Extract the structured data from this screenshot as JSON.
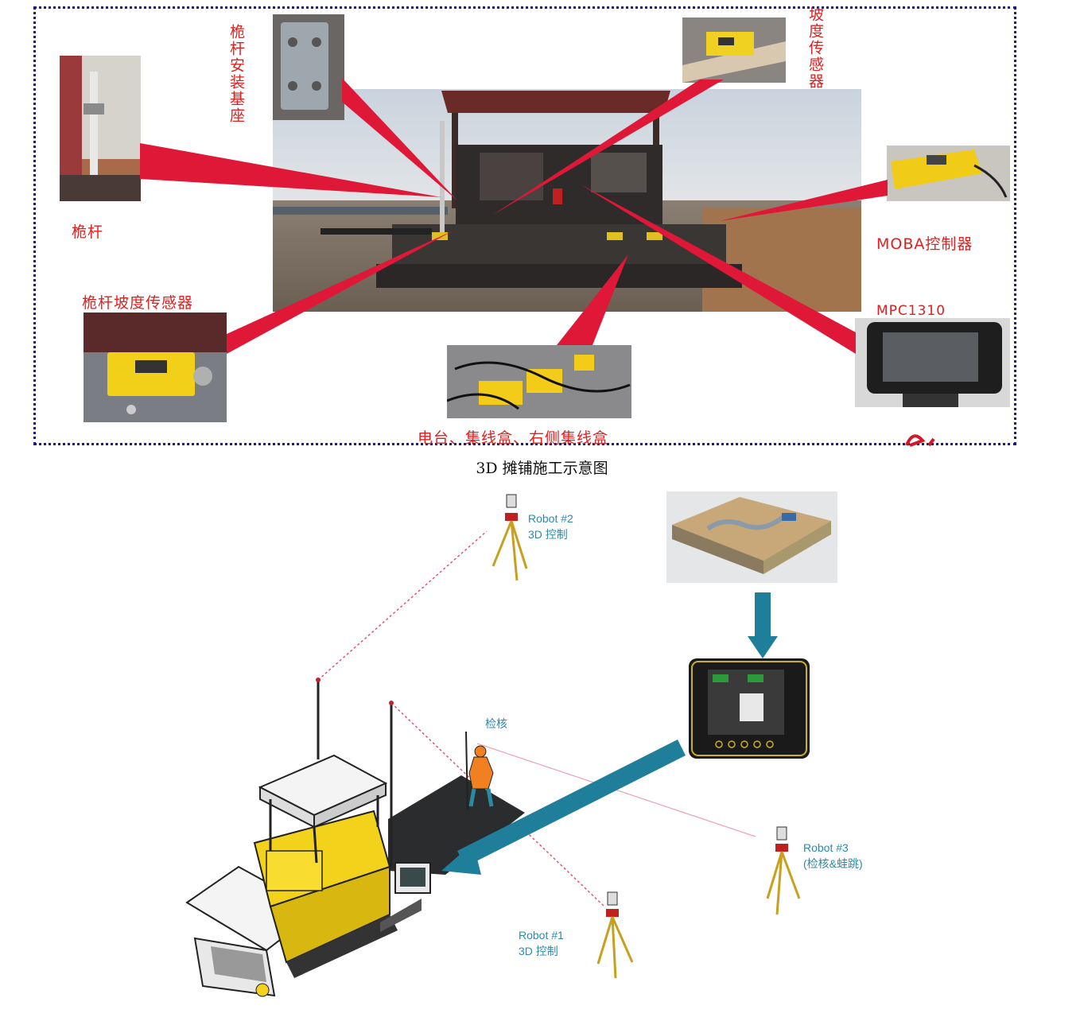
{
  "top_section": {
    "labels": {
      "mast": "桅杆",
      "mast_base": "桅杆安装基座",
      "slope_sensor": "坡度传感器",
      "moba_controller": "MOBA控制器",
      "mast_slope_sensor": "桅杆坡度传感器",
      "mpc": "MPC1310",
      "junction": "电台、集线盒、右侧集线盒"
    },
    "colors": {
      "frame": "#1a1a8c",
      "pointer": "#e01838",
      "label": "#e02020"
    }
  },
  "caption": "3D 摊铺施工示意图",
  "bottom_section": {
    "labels": {
      "robot2": "Robot #2\n3D 控制",
      "robot1": "Robot #1\n3D 控制",
      "robot3": "Robot #3\n(检核&蛙跳)",
      "check": "检核"
    },
    "colors": {
      "label": "#2e8aa8",
      "arrow": "#1f7e9a",
      "paver": "#f2d21b",
      "laser": "#e8506e"
    }
  }
}
